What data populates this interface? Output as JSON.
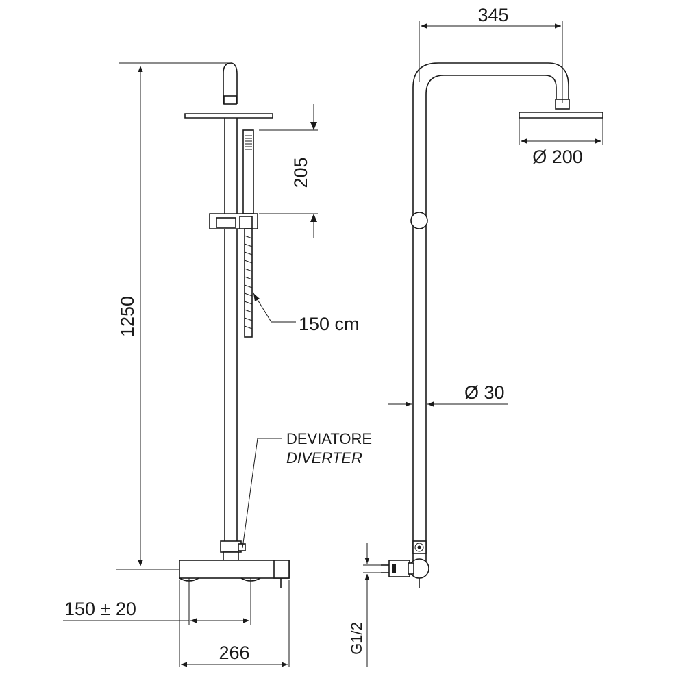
{
  "dimensions": {
    "total_height": "1250",
    "hand_shower_length": "205",
    "hose_length": "150 cm",
    "arm_reach": "345",
    "head_diameter": "Ø 200",
    "pipe_diameter": "Ø 30",
    "wall_connection_spacing": "150 ± 20",
    "mixer_width": "266",
    "thread_size": "G1/2"
  },
  "labels": {
    "diverter_it": "DEVIATORE",
    "diverter_en": "DIVERTER"
  },
  "colors": {
    "line": "#1a1a1a",
    "background": "#ffffff"
  }
}
